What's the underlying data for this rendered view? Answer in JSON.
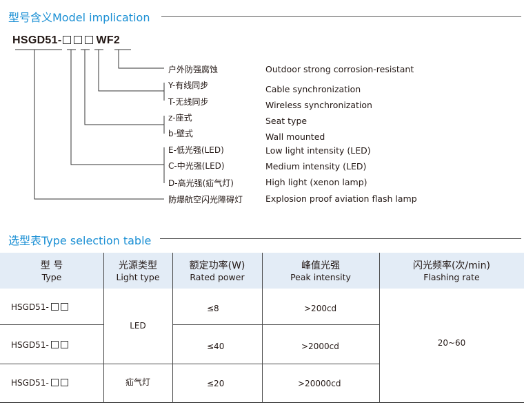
{
  "section1": {
    "title": "型号含义Model implication"
  },
  "model_code": {
    "prefix": "HSGD51-",
    "suffix": "WF2"
  },
  "implication_items": [
    {
      "zh": "户外防强腐蚀",
      "en": "Outdoor strong corrosion-resistant"
    },
    {
      "zh": "Y-有线同步",
      "en": "Cable synchronization"
    },
    {
      "zh": "T-无线同步",
      "en": "Wireless synchronization"
    },
    {
      "zh": "z-座式",
      "en": "Seat type"
    },
    {
      "zh": "b-壁式",
      "en": "Wall mounted"
    },
    {
      "zh": "E-低光强(LED)",
      "en": "Low light intensity (LED)"
    },
    {
      "zh": "C-中光强(LED)",
      "en": "Medium intensity (LED)"
    },
    {
      "zh": "D-高光强(疝气灯)",
      "en": "High light (xenon lamp)"
    },
    {
      "zh": "防爆航空闪光障碍灯",
      "en": "Explosion proof aviation flash lamp"
    }
  ],
  "section2": {
    "title": "选型表Type selection table"
  },
  "table": {
    "headers": [
      {
        "zh": "型 号",
        "en": "Type"
      },
      {
        "zh": "光源类型",
        "en": "Light type"
      },
      {
        "zh": "额定功率(W)",
        "en": "Rated power"
      },
      {
        "zh": "峰值光强",
        "en": "Peak intensity"
      },
      {
        "zh": "闪光频率(次/min)",
        "en": "Flashing rate"
      }
    ],
    "rows": [
      {
        "type": "HSGD51-",
        "power": "≤8",
        "peak": ">200cd"
      },
      {
        "type": "HSGD51-",
        "power": "≤40",
        "peak": ">2000cd"
      },
      {
        "type": "HSGD51-",
        "power": "≤20",
        "peak": ">20000cd"
      }
    ],
    "light_led": "LED",
    "light_xenon": "疝气灯",
    "flash_rate": "20~60"
  }
}
